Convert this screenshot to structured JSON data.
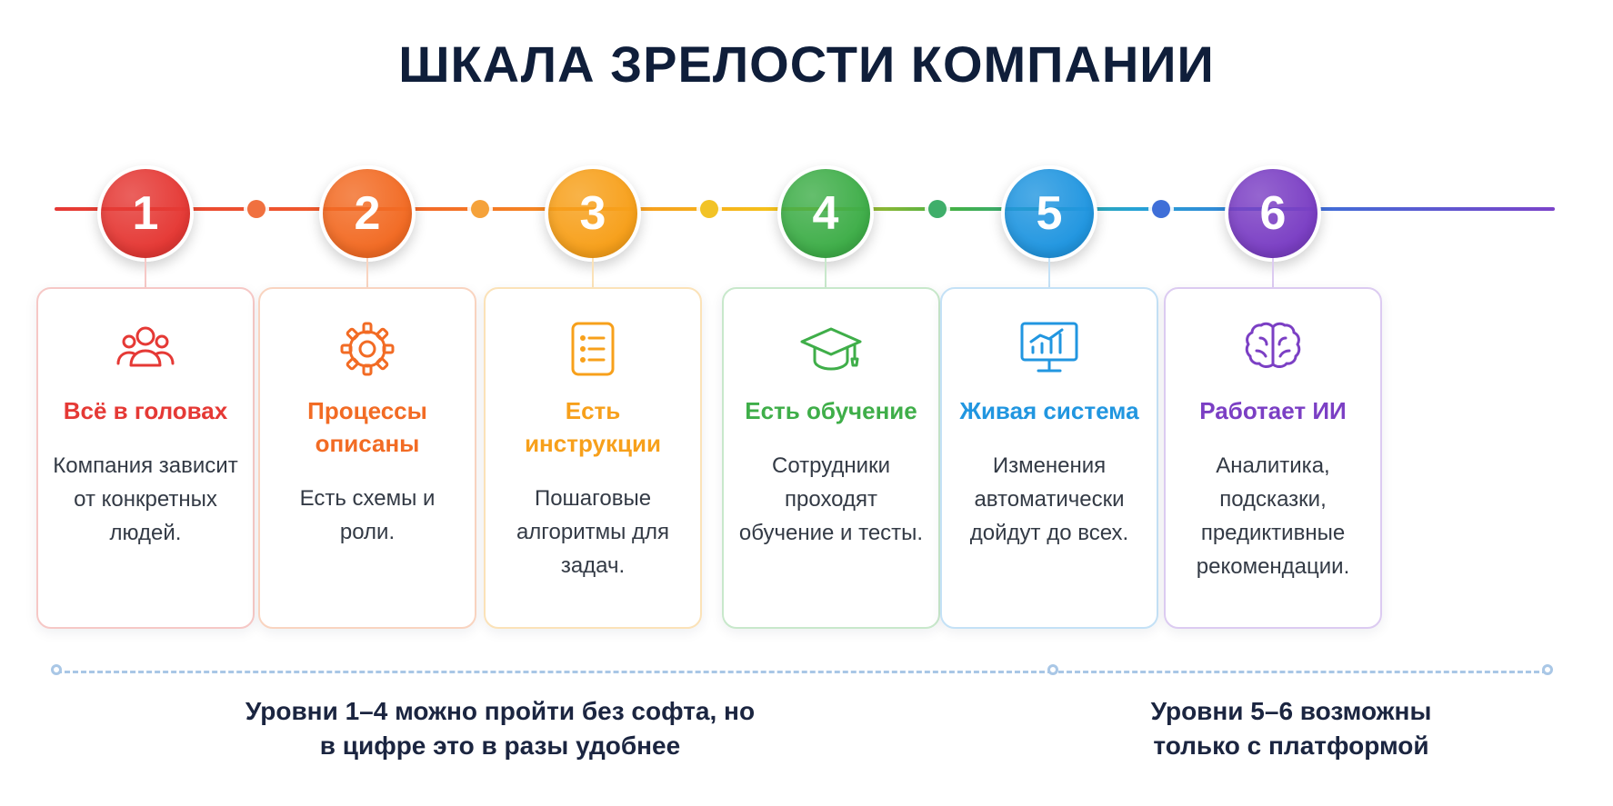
{
  "title": "ШКАЛА ЗРЕЛОСТИ КОМПАНИИ",
  "steps": [
    {
      "number": "1",
      "color": "#e53935",
      "light": "#f6c8c6",
      "icon": "users-icon",
      "title": "Всё в головах",
      "description": "Компания зависит от конкретных людей."
    },
    {
      "number": "2",
      "color": "#f26b24",
      "light": "#f9d4c0",
      "icon": "gear-icon",
      "title": "Процессы описаны",
      "description": "Есть схемы и роли."
    },
    {
      "number": "3",
      "color": "#f7a01b",
      "light": "#fbe2b8",
      "icon": "checklist-icon",
      "title": "Есть инструкции",
      "description": "Пошаговые алгоритмы для задач."
    },
    {
      "number": "4",
      "color": "#3fae49",
      "light": "#c8e8cb",
      "icon": "graduation-cap-icon",
      "title": "Есть обучение",
      "description": "Сотрудники проходят обучение и тесты."
    },
    {
      "number": "5",
      "color": "#2196e0",
      "light": "#c4e1f6",
      "icon": "monitor-chart-icon",
      "title": "Живая система",
      "description": "Изменения автоматически дойдут до всех."
    },
    {
      "number": "6",
      "color": "#7b3fc4",
      "light": "#dccbf1",
      "icon": "brain-icon",
      "title": "Работает ИИ",
      "description": "Аналитика, подсказки, предиктивные рекомендации."
    }
  ],
  "notes": {
    "left": "Уровни 1–4 можно пройти без софта, но в цифре это в разы удобнее",
    "right": "Уровни 5–6 возможны только с платформой"
  }
}
